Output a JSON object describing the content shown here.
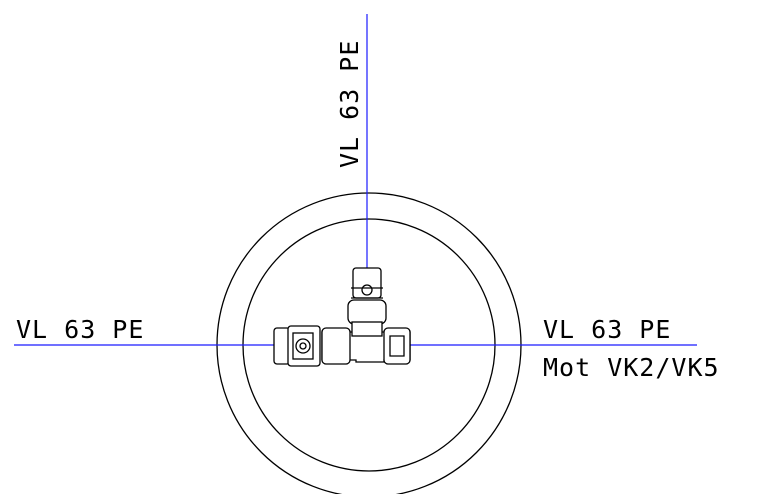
{
  "diagram": {
    "labels": {
      "top_pipe": "VL 63 PE",
      "left_pipe": "VL 63 PE",
      "right_pipe": "VL 63 PE",
      "right_destination": "Mot VK2/VK5"
    },
    "colors": {
      "pipe_line": "#1a1aff",
      "ink": "#000000",
      "background": "#ffffff"
    }
  }
}
